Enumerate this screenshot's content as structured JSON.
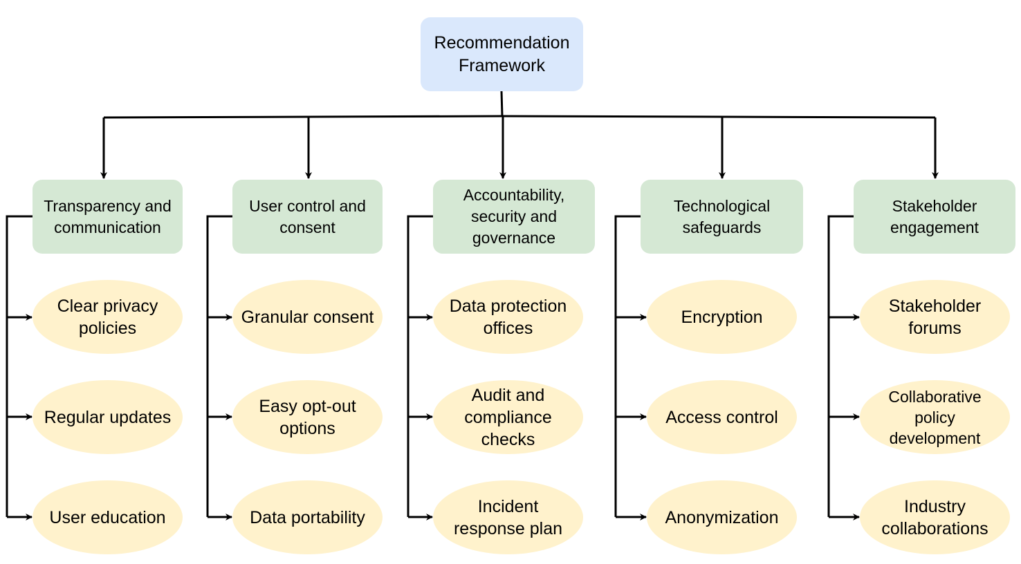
{
  "root": {
    "label": "Recommendation\nFramework"
  },
  "categories": [
    {
      "label": "Transparency and\ncommunication",
      "items": [
        "Clear privacy\npolicies",
        "Regular updates",
        "User education"
      ]
    },
    {
      "label": "User control and\nconsent",
      "items": [
        "Granular consent",
        "Easy opt-out\noptions",
        "Data portability"
      ]
    },
    {
      "label": "Accountability,\nsecurity and\ngovernance",
      "items": [
        "Data protection\noffices",
        "Audit and\ncompliance\nchecks",
        "Incident\nresponse plan"
      ]
    },
    {
      "label": "Technological\nsafeguards",
      "items": [
        "Encryption",
        "Access control",
        "Anonymization"
      ]
    },
    {
      "label": "Stakeholder\nengagement",
      "items": [
        "Stakeholder\nforums",
        "Collaborative\npolicy\ndevelopment",
        "Industry\ncollaborations"
      ]
    }
  ],
  "colors": {
    "root_fill": "#dae8fc",
    "category_fill": "#d5e8d4",
    "item_fill": "#fff2cc",
    "connector": "#000000"
  }
}
